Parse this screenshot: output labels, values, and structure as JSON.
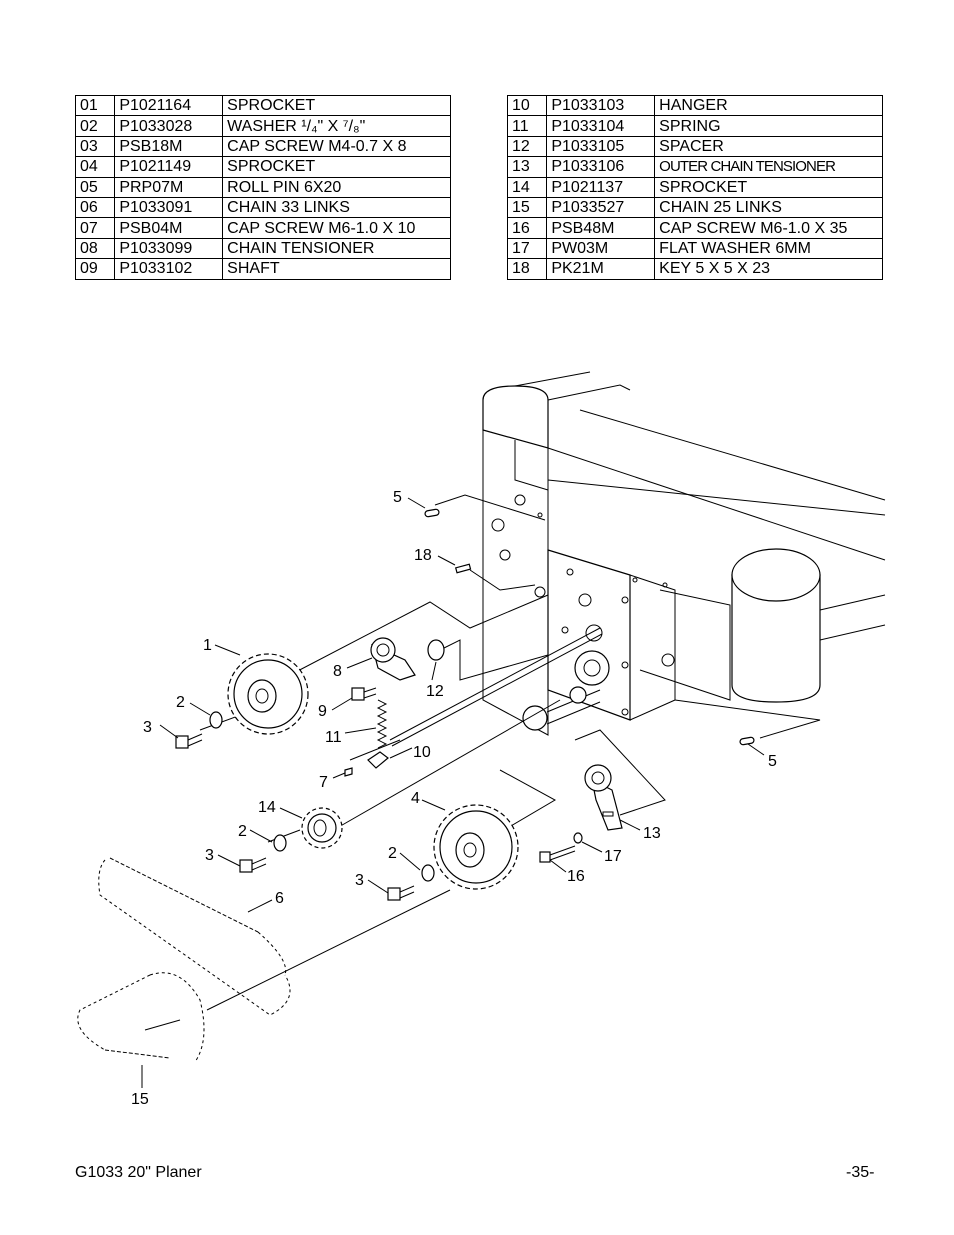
{
  "parts_left": [
    {
      "ref": "01",
      "part": "P1021164",
      "desc": "SPROCKET"
    },
    {
      "ref": "02",
      "part": "P1033028",
      "desc": "WASHER ¹/₄\" X ⁷/₈\""
    },
    {
      "ref": "03",
      "part": "PSB18M",
      "desc": "CAP SCREW M4-0.7 X 8"
    },
    {
      "ref": "04",
      "part": "P1021149",
      "desc": "SPROCKET"
    },
    {
      "ref": "05",
      "part": "PRP07M",
      "desc": "ROLL PIN 6X20"
    },
    {
      "ref": "06",
      "part": "P1033091",
      "desc": "CHAIN 33 LINKS"
    },
    {
      "ref": "07",
      "part": "PSB04M",
      "desc": "CAP SCREW M6-1.0 X 10"
    },
    {
      "ref": "08",
      "part": "P1033099",
      "desc": "CHAIN TENSIONER"
    },
    {
      "ref": "09",
      "part": "P1033102",
      "desc": "SHAFT"
    }
  ],
  "parts_right": [
    {
      "ref": "10",
      "part": "P1033103",
      "desc": "HANGER"
    },
    {
      "ref": "11",
      "part": "P1033104",
      "desc": "SPRING"
    },
    {
      "ref": "12",
      "part": "P1033105",
      "desc": "SPACER"
    },
    {
      "ref": "13",
      "part": "P1033106",
      "desc": "OUTER CHAIN TENSIONER"
    },
    {
      "ref": "14",
      "part": "P1021137",
      "desc": "SPROCKET"
    },
    {
      "ref": "15",
      "part": "P1033527",
      "desc": "CHAIN 25 LINKS"
    },
    {
      "ref": "16",
      "part": "PSB48M",
      "desc": "CAP SCREW M6-1.0 X 35"
    },
    {
      "ref": "17",
      "part": "PW03M",
      "desc": "FLAT WASHER 6MM"
    },
    {
      "ref": "18",
      "part": "PK21M",
      "desc": "KEY 5 X 5 X 23"
    }
  ],
  "callouts": {
    "c5a": "5",
    "c18": "18",
    "c1": "1",
    "c8": "8",
    "c12": "12",
    "c2a": "2",
    "c3a": "3",
    "c9": "9",
    "c11": "11",
    "c10": "10",
    "c7": "7",
    "c5b": "5",
    "c4": "4",
    "c13": "13",
    "c14": "14",
    "c2b": "2",
    "c3b": "3",
    "c17": "17",
    "c2c": "2",
    "c16": "16",
    "c3c": "3",
    "c6": "6",
    "c15": "15"
  },
  "footer": {
    "left": "G1033 20\" Planer",
    "right": "-35-"
  }
}
